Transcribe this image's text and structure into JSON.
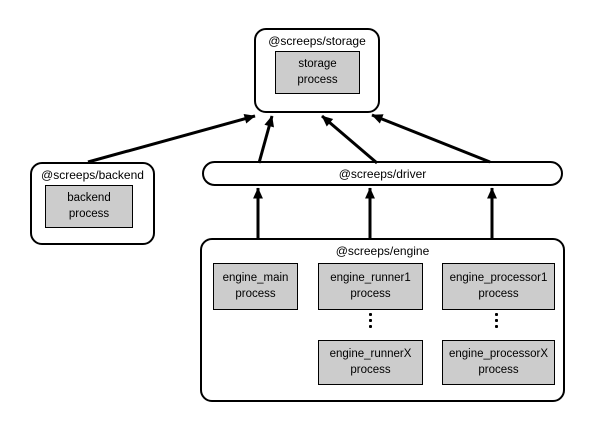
{
  "diagram": {
    "nodes": {
      "storage": {
        "label": "@screeps/storage",
        "processes": [
          {
            "label": "storage\nprocess"
          }
        ]
      },
      "backend": {
        "label": "@screeps/backend",
        "processes": [
          {
            "label": "backend\nprocess"
          }
        ]
      },
      "driver": {
        "label": "@screeps/driver"
      },
      "engine": {
        "label": "@screeps/engine",
        "processes": [
          {
            "label": "engine_main\nprocess"
          },
          {
            "label": "engine_runner1\nprocess"
          },
          {
            "label": "engine_processor1\nprocess"
          },
          {
            "label": "engine_runnerX\nprocess"
          },
          {
            "label": "engine_processorX\nprocess"
          }
        ]
      }
    },
    "icons": {
      "runner_more": "vertical-ellipsis",
      "processor_more": "vertical-ellipsis"
    },
    "edges": [
      {
        "from": "backend",
        "to": "storage"
      },
      {
        "from": "driver",
        "to": "storage"
      },
      {
        "from": "driver",
        "to": "storage"
      },
      {
        "from": "driver",
        "to": "storage"
      },
      {
        "from": "engine",
        "to": "driver"
      },
      {
        "from": "engine",
        "to": "driver"
      },
      {
        "from": "engine",
        "to": "driver"
      }
    ],
    "colors": {
      "background": "#ffffff",
      "node_fill": "#ffffff",
      "process_fill": "#cccccc",
      "stroke": "#000000"
    }
  }
}
